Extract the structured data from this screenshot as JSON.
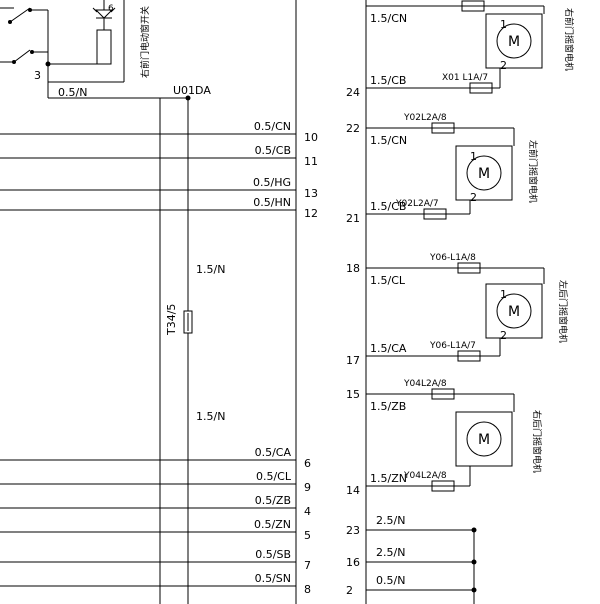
{
  "left_wires": [
    {
      "label": "0.5/CN",
      "pin": "10"
    },
    {
      "label": "0.5/CB",
      "pin": "11"
    },
    {
      "label": "0.5/HG",
      "pin": "13"
    },
    {
      "label": "0.5/HN",
      "pin": "12"
    },
    {
      "label": "0.5/CA",
      "pin": "6"
    },
    {
      "label": "0.5/CL",
      "pin": "9"
    },
    {
      "label": "0.5/ZB",
      "pin": "4"
    },
    {
      "label": "0.5/ZN",
      "pin": "5"
    },
    {
      "label": "0.5/SB",
      "pin": "7"
    },
    {
      "label": "0.5/SN",
      "pin": "8"
    }
  ],
  "top_switch": {
    "pin_3": "3",
    "pin_6": "6",
    "wire": "0.5/N",
    "node": "U01DA",
    "label": "右前门电动窗开关"
  },
  "fuse": {
    "label": "T34/5",
    "wire_top": "1.5/N",
    "wire_bottom": "1.5/N"
  },
  "motors": [
    {
      "label": "右前门摇窗电机",
      "top_pin": "",
      "top_wire": "1.5/CN",
      "top_conn": "",
      "bottom_pin": "24",
      "bottom_wire": "1.5/CB",
      "bottom_conn": "X01 L1A/7",
      "m": "M",
      "p1": "1",
      "p2": "2"
    },
    {
      "label": "左前门摇窗电机",
      "top_pin": "22",
      "top_wire": "1.5/CN",
      "top_conn": "Y02L2A/8",
      "bottom_pin": "21",
      "bottom_wire": "1.5/CB",
      "bottom_conn": "Y02L2A/7",
      "m": "M",
      "p1": "1",
      "p2": "2"
    },
    {
      "label": "左后门摇窗电机",
      "top_pin": "18",
      "top_wire": "1.5/CL",
      "top_conn": "Y06-L1A/8",
      "bottom_pin": "17",
      "bottom_wire": "1.5/CA",
      "bottom_conn": "Y06-L1A/7",
      "m": "M",
      "p1": "1",
      "p2": "2"
    },
    {
      "label": "右后门摇窗电机",
      "top_pin": "15",
      "top_wire": "1.5/ZB",
      "top_conn": "Y04L2A/8",
      "bottom_pin": "14",
      "bottom_wire": "1.5/ZN",
      "bottom_conn": "Y04L2A/8",
      "m": "M",
      "p1": "",
      "p2": ""
    }
  ],
  "ground_wires": [
    {
      "pin": "23",
      "label": "2.5/N"
    },
    {
      "pin": "16",
      "label": "2.5/N"
    },
    {
      "pin": "2",
      "label": "0.5/N"
    }
  ]
}
